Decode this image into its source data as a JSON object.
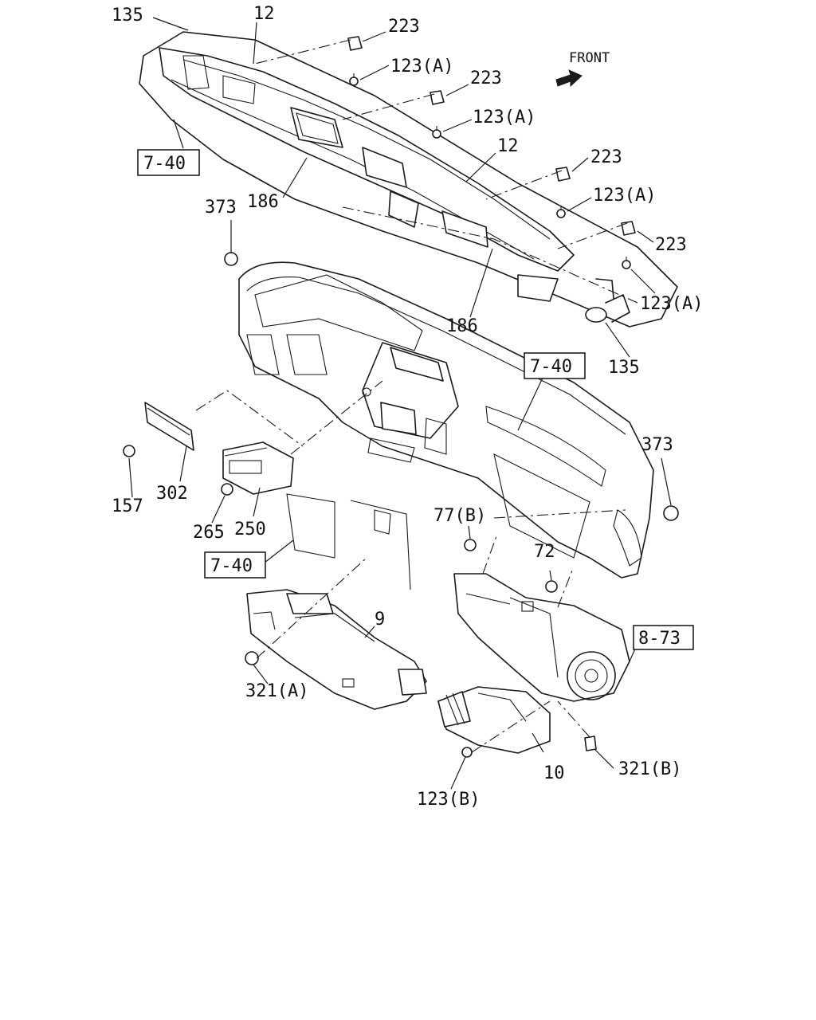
{
  "direction_label": "FRONT",
  "labels": {
    "p135_top": "135",
    "p12_top": "12",
    "p223_a": "223",
    "p123a_a": "123(A)",
    "p223_b": "223",
    "p123a_b": "123(A)",
    "p12_mid": "12",
    "p223_c": "223",
    "p123a_c": "123(A)",
    "p223_d": "223",
    "p123a_d": "123(A)",
    "p186_left": "186",
    "p186_mid": "186",
    "p373_top": "373",
    "p135_right": "135",
    "p373_right": "373",
    "p157": "157",
    "p302": "302",
    "p265": "265",
    "p250": "250",
    "p77b": "77(B)",
    "p72": "72",
    "p9": "9",
    "p321a": "321(A)",
    "p10": "10",
    "p321b": "321(B)",
    "p123b": "123(B)"
  },
  "refs": {
    "r740_a": "7-40",
    "r740_b": "7-40",
    "r740_c": "7-40",
    "r873": "8-73"
  }
}
